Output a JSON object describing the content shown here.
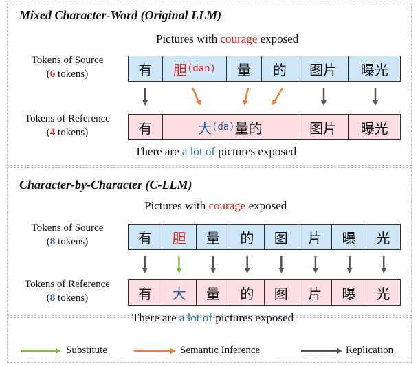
{
  "panel1": {
    "title": "Mixed Character-Word (Original LLM)",
    "source_caption": {
      "pre": "Pictures with ",
      "hl": "courage",
      "post": " exposed"
    },
    "source_label": {
      "line1": "Tokens of Source",
      "count": "6",
      "unit": " tokens"
    },
    "source_tokens": [
      {
        "text": "有"
      },
      {
        "text": "胆",
        "sub": "(dan)"
      },
      {
        "text": "量"
      },
      {
        "text": "的"
      },
      {
        "text": "图片"
      },
      {
        "text": "曝光"
      }
    ],
    "ref_label": {
      "line1": "Tokens of Reference",
      "count": "4",
      "unit": " tokens"
    },
    "ref_tokens": [
      {
        "text": "有"
      },
      {
        "text": "大",
        "sub": "(da)",
        "tail": "量的"
      },
      {
        "text": "图片"
      },
      {
        "text": "曝光"
      }
    ],
    "ref_caption": {
      "pre": "There are ",
      "hl": "a lot of",
      "post": " pictures exposed"
    }
  },
  "panel2": {
    "title": "Character-by-Character (C-LLM)",
    "source_caption": {
      "pre": "Pictures with ",
      "hl": "courage",
      "post": " exposed"
    },
    "source_label": {
      "line1": "Tokens of Source",
      "count": "8",
      "unit": " tokens"
    },
    "source_tokens": [
      "有",
      "胆",
      "量",
      "的",
      "图",
      "片",
      "曝",
      "光"
    ],
    "ref_label": {
      "line1": "Tokens of Reference",
      "count": "8",
      "unit": " tokens"
    },
    "ref_tokens": [
      "有",
      "大",
      "量",
      "的",
      "图",
      "片",
      "曝",
      "光"
    ],
    "ref_caption": {
      "pre": "There are ",
      "hl": "a lot of",
      "post": " pictures exposed"
    }
  },
  "legend": {
    "substitute": "Substitute",
    "semantic": "Semantic Inference",
    "replication": "Replication"
  },
  "colors": {
    "source_fill": "#cfe6f7",
    "reference_fill": "#fbdde2",
    "substitute": "#7ac143",
    "semantic": "#ef7d32",
    "replication": "#555555",
    "highlight_red": "#e0241b",
    "highlight_blue": "#1f78b4"
  }
}
